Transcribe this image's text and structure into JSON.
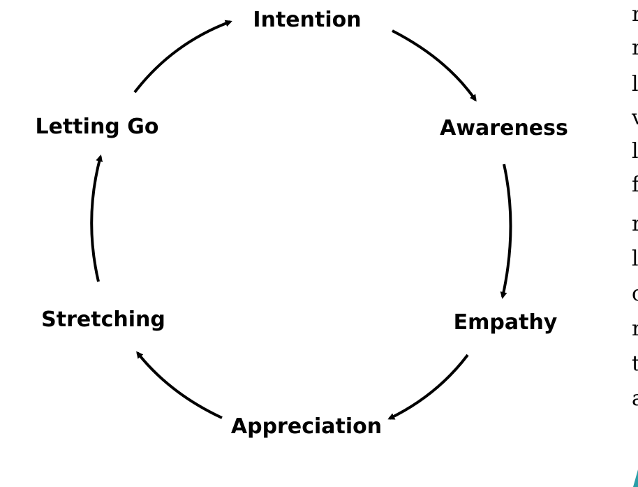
{
  "diagram": {
    "type": "cycle",
    "nodes": [
      {
        "id": "intention",
        "label": "Intention"
      },
      {
        "id": "awareness",
        "label": "Awareness"
      },
      {
        "id": "empathy",
        "label": "Empathy"
      },
      {
        "id": "appreciation",
        "label": "Appreciation"
      },
      {
        "id": "stretching",
        "label": "Stretching"
      },
      {
        "id": "letting-go",
        "label": "Letting Go"
      }
    ],
    "edges": [
      {
        "from": "intention",
        "to": "awareness"
      },
      {
        "from": "awareness",
        "to": "empathy"
      },
      {
        "from": "empathy",
        "to": "appreciation"
      },
      {
        "from": "appreciation",
        "to": "stretching"
      },
      {
        "from": "stretching",
        "to": "letting-go"
      },
      {
        "from": "letting-go",
        "to": "intention"
      }
    ]
  },
  "colors": {
    "stroke": "#000000",
    "text": "#000000",
    "background": "#ffffff",
    "accent": "#2a9fa8"
  },
  "truncated_text_column": {
    "letters": [
      "r",
      "r",
      "l",
      "v",
      "l",
      "f",
      "r",
      "l",
      "c",
      "r",
      "t",
      "a"
    ]
  }
}
